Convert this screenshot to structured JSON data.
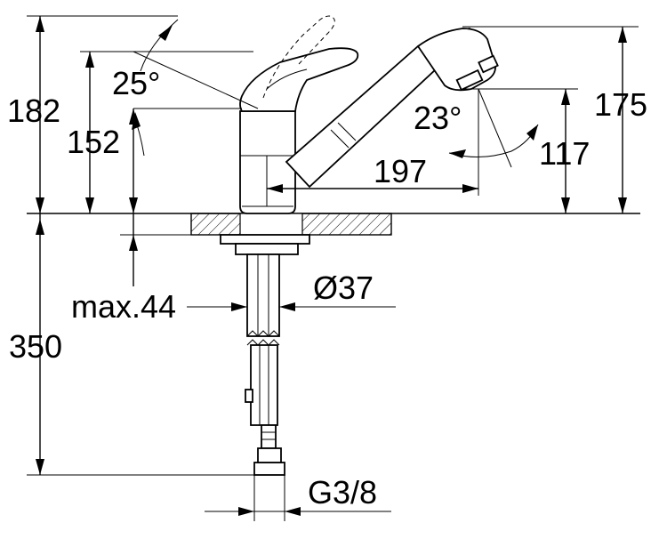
{
  "dimensions": {
    "total_height": "182",
    "lever_height": "152",
    "lever_angle": "25°",
    "spout_height": "175",
    "spray_height": "117",
    "spray_angle": "23°",
    "reach": "197",
    "max_deck": "max.44",
    "hole_diameter": "Ø37",
    "hose_length": "350",
    "connection_thread": "G3/8"
  }
}
